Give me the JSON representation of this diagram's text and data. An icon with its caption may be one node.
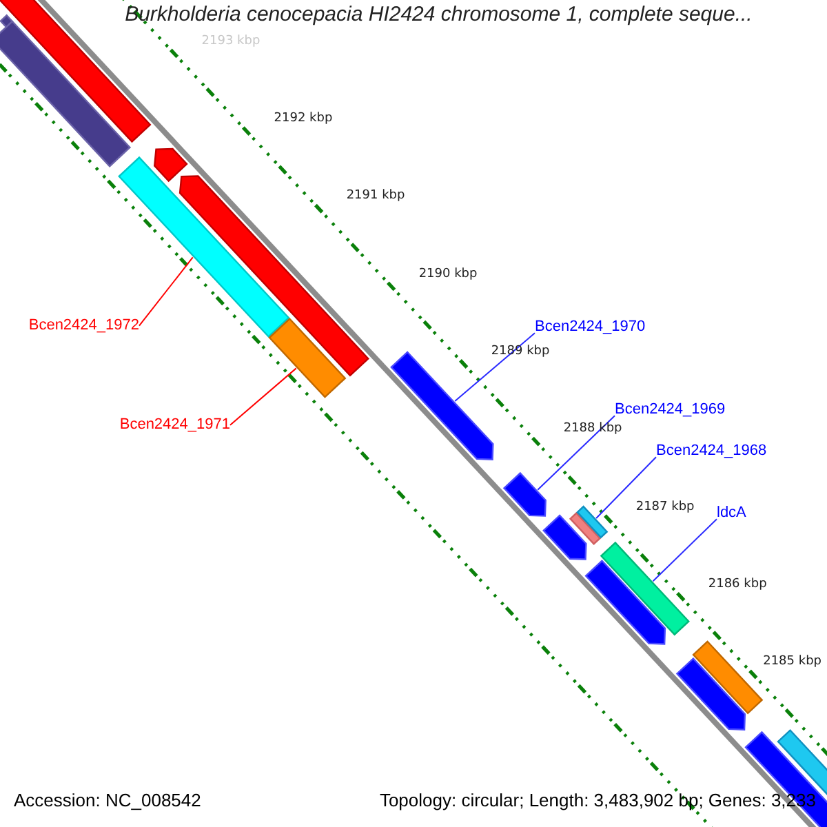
{
  "diagram": {
    "title": "Burkholderia cenocepacia HI2424 chromosome 1, complete seque...",
    "nodes": [
      {
        "text": [
          "Bcen2424_1972"
        ]
      },
      {
        "text": [
          "Bcen2424_1970"
        ]
      },
      {
        "text": [
          "Bcen2424_1969"
        ]
      },
      {
        "text": [
          "Bcen2424_1971"
        ]
      },
      {
        "text": [
          "Bcen2424_1968"
        ]
      },
      {
        "text": [
          "ldcA"
        ]
      },
      {
        "text": [],
        "shape": "bar"
      },
      {
        "text": [],
        "shape": "bar"
      },
      {
        "text": [],
        "shape": "bar"
      },
      {
        "text": [],
        "shape": "bar"
      },
      {
        "text": [],
        "shape": "bar"
      },
      {
        "text": [],
        "shape": "bar"
      },
      {
        "text": [],
        "shape": "bar"
      },
      {
        "text": [],
        "shape": "bar"
      },
      {
        "text": [],
        "shape": "bar"
      },
      {
        "text": [],
        "shape": "bar"
      },
      {
        "text": [],
        "shape": "bar"
      },
      {
        "text": [],
        "shape": "bar"
      },
      {
        "text": [],
        "shape": "bar"
      },
      {
        "text": [],
        "shape": "bar"
      },
      {
        "text": [],
        "shape": "bar"
      },
      {
        "text": [],
        "shape": "bar"
      },
      {
        "text": [],
        "shape": "bar"
      },
      {
        "text": [],
        "shape": "bar"
      }
    ],
    "edges": [
      {
        "from": 0,
        "to": 9,
        "arrow": "none",
        "color": "#ff0000"
      },
      {
        "from": 1,
        "to": 13,
        "arrow": "none"
      },
      {
        "from": 2,
        "to": 14,
        "arrow": "none"
      },
      {
        "from": 3,
        "to": 12,
        "arrow": "none",
        "color": "#ff0000"
      },
      {
        "from": 4,
        "to": 17,
        "arrow": "none"
      },
      {
        "from": 5,
        "to": 18,
        "arrow": "none"
      }
    ],
    "labels": [
      "2193 kbp",
      "2192 kbp",
      "2191 kbp",
      "2190 kbp",
      "2189 kbp",
      "2188 kbp",
      "2187 kbp",
      "2186 kbp",
      "2185 kbp",
      "Accession: NC_008542",
      "Topology: circular; Length: 3,483,902 bp; Genes: 3,233"
    ]
  }
}
